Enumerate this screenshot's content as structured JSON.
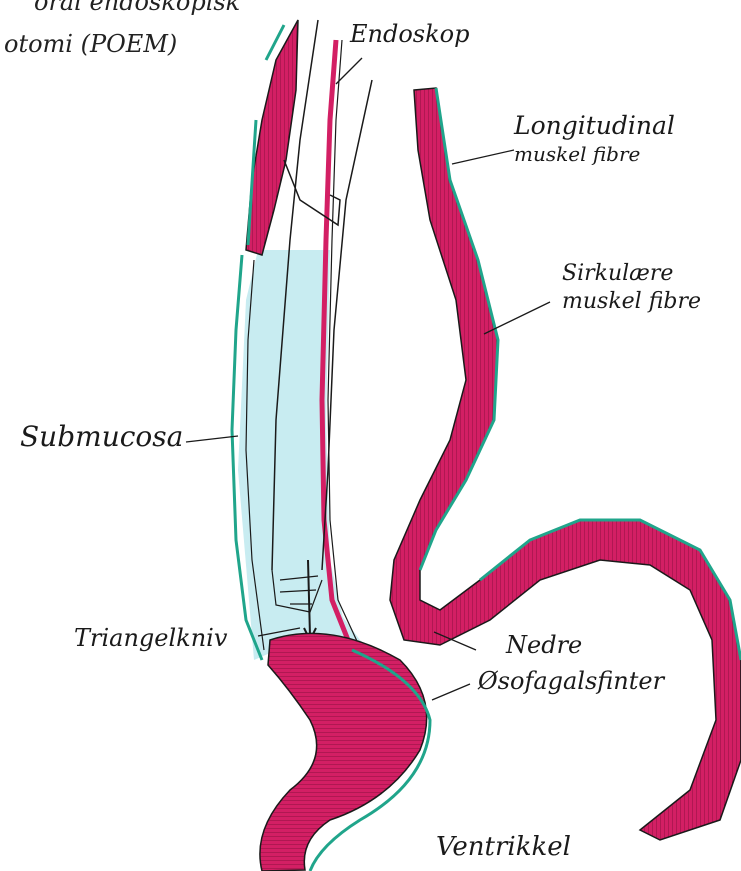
{
  "title": {
    "line1": "oral endoskopisk",
    "line2": "otomi (POEM)"
  },
  "labels": {
    "endoskop": "Endoskop",
    "longitudinal_1": "Longitudinal",
    "longitudinal_2": "muskel fibre",
    "sirkulaere_1": "Sirkulære",
    "sirkulaere_2": "muskel fibre",
    "submucosa": "Submucosa",
    "triangelkniv": "Triangelkniv",
    "nedre_1": "Nedre",
    "nedre_2": "Øsofagalsfinter",
    "ventrikkel": "Ventrikkel"
  },
  "colors": {
    "muscle": "#d31f64",
    "muscle_dark": "#a3164c",
    "longitudinal_layer": "#20a58b",
    "submucosa": "#c8ecf1",
    "ink": "#1a1a1a"
  }
}
